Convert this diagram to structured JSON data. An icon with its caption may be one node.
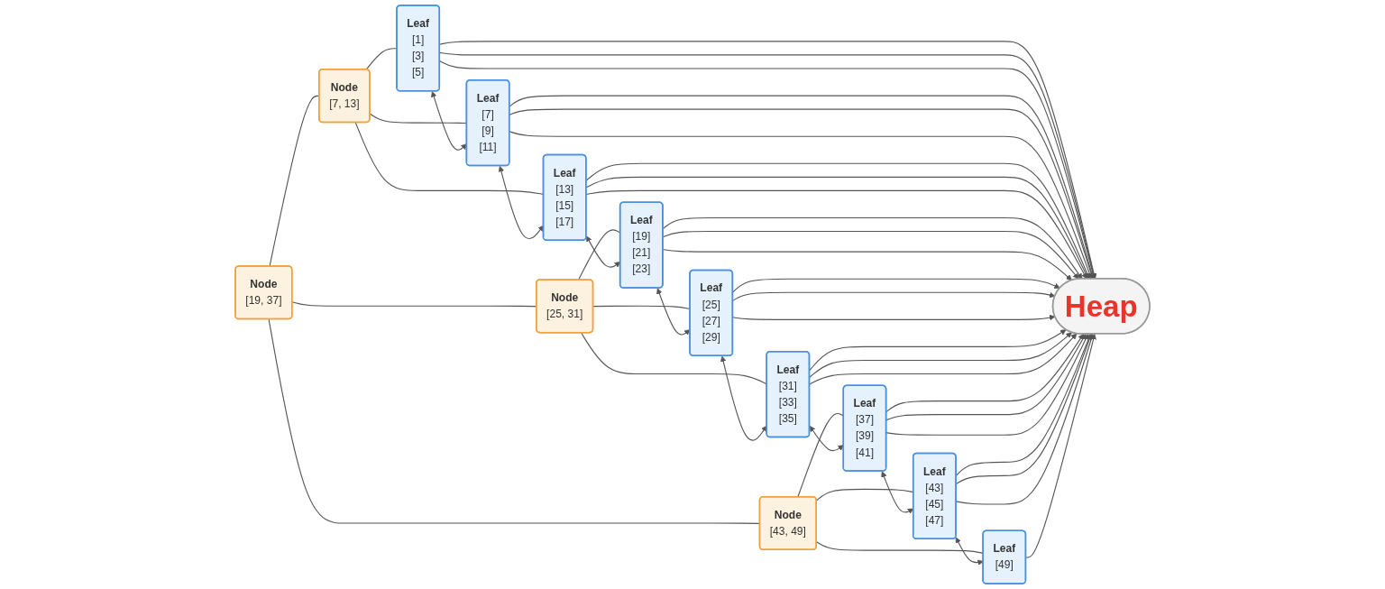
{
  "diagram": {
    "nodes": [
      {
        "text": [
          "Node",
          "[19, 37]"
        ]
      },
      {
        "text": [
          "Node",
          "[7, 13]"
        ]
      },
      {
        "text": [
          "Node",
          "[25, 31]"
        ]
      },
      {
        "text": [
          "Node",
          "[43, 49]"
        ]
      },
      {
        "text": [
          "Leaf",
          "[1]",
          "[3]",
          "[5]"
        ]
      },
      {
        "text": [
          "Leaf",
          "[7]",
          "[9]",
          "[11]"
        ]
      },
      {
        "text": [
          "Leaf",
          "[13]",
          "[15]",
          "[17]"
        ]
      },
      {
        "text": [
          "Leaf",
          "[19]",
          "[21]",
          "[23]"
        ]
      },
      {
        "text": [
          "Leaf",
          "[25]",
          "[27]",
          "[29]"
        ]
      },
      {
        "text": [
          "Leaf",
          "[31]",
          "[33]",
          "[35]"
        ]
      },
      {
        "text": [
          "Leaf",
          "[37]",
          "[39]",
          "[41]"
        ]
      },
      {
        "text": [
          "Leaf",
          "[43]",
          "[45]",
          "[47]"
        ]
      },
      {
        "text": [
          "Leaf",
          "[49]"
        ]
      },
      {
        "text": [
          "Heap"
        ]
      }
    ],
    "edges": [
      {
        "from": 0,
        "to": 1,
        "arrow": "none"
      },
      {
        "from": 0,
        "to": 2,
        "arrow": "none"
      },
      {
        "from": 0,
        "to": 3,
        "arrow": "none"
      },
      {
        "from": 1,
        "to": 4,
        "arrow": "none"
      },
      {
        "from": 1,
        "to": 5,
        "arrow": "none"
      },
      {
        "from": 1,
        "to": 6,
        "arrow": "none"
      },
      {
        "from": 2,
        "to": 7,
        "arrow": "none"
      },
      {
        "from": 2,
        "to": 8,
        "arrow": "none"
      },
      {
        "from": 2,
        "to": 9,
        "arrow": "none"
      },
      {
        "from": 3,
        "to": 10,
        "arrow": "none"
      },
      {
        "from": 3,
        "to": 11,
        "arrow": "none"
      },
      {
        "from": 3,
        "to": 12,
        "arrow": "none"
      },
      {
        "from": 4,
        "to": 5,
        "arrow": "both"
      },
      {
        "from": 5,
        "to": 6,
        "arrow": "both"
      },
      {
        "from": 6,
        "to": 7,
        "arrow": "both"
      },
      {
        "from": 7,
        "to": 8,
        "arrow": "both"
      },
      {
        "from": 8,
        "to": 9,
        "arrow": "both"
      },
      {
        "from": 9,
        "to": 10,
        "arrow": "both"
      },
      {
        "from": 10,
        "to": 11,
        "arrow": "both"
      },
      {
        "from": 11,
        "to": 12,
        "arrow": "both"
      },
      {
        "from": 4,
        "to": 13,
        "arrow": "to"
      },
      {
        "from": 4,
        "to": 13,
        "arrow": "to"
      },
      {
        "from": 4,
        "to": 13,
        "arrow": "to"
      },
      {
        "from": 5,
        "to": 13,
        "arrow": "to"
      },
      {
        "from": 5,
        "to": 13,
        "arrow": "to"
      },
      {
        "from": 5,
        "to": 13,
        "arrow": "to"
      },
      {
        "from": 6,
        "to": 13,
        "arrow": "to"
      },
      {
        "from": 6,
        "to": 13,
        "arrow": "to"
      },
      {
        "from": 6,
        "to": 13,
        "arrow": "to"
      },
      {
        "from": 7,
        "to": 13,
        "arrow": "to"
      },
      {
        "from": 7,
        "to": 13,
        "arrow": "to"
      },
      {
        "from": 7,
        "to": 13,
        "arrow": "to"
      },
      {
        "from": 8,
        "to": 13,
        "arrow": "to"
      },
      {
        "from": 8,
        "to": 13,
        "arrow": "to"
      },
      {
        "from": 8,
        "to": 13,
        "arrow": "to"
      },
      {
        "from": 9,
        "to": 13,
        "arrow": "to"
      },
      {
        "from": 9,
        "to": 13,
        "arrow": "to"
      },
      {
        "from": 9,
        "to": 13,
        "arrow": "to"
      },
      {
        "from": 10,
        "to": 13,
        "arrow": "to"
      },
      {
        "from": 10,
        "to": 13,
        "arrow": "to"
      },
      {
        "from": 10,
        "to": 13,
        "arrow": "to"
      },
      {
        "from": 11,
        "to": 13,
        "arrow": "to"
      },
      {
        "from": 11,
        "to": 13,
        "arrow": "to"
      },
      {
        "from": 11,
        "to": 13,
        "arrow": "to"
      },
      {
        "from": 12,
        "to": 13,
        "arrow": "to"
      }
    ]
  }
}
